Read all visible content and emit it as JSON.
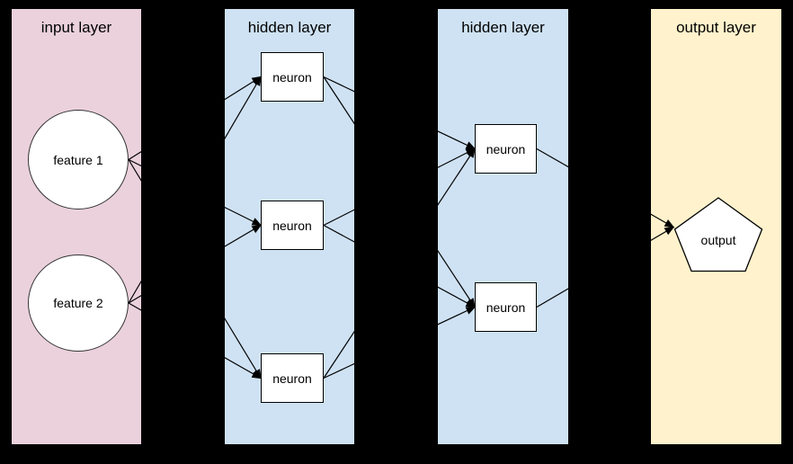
{
  "diagram": {
    "background": "#000000",
    "shape_fill": "#ffffff",
    "line_color": "#000000",
    "text_color": "#000000"
  },
  "layers": [
    {
      "id": "input",
      "title": "input layer",
      "color": "#EAD1DC"
    },
    {
      "id": "hidden1",
      "title": "hidden layer",
      "color": "#CFE2F3"
    },
    {
      "id": "hidden2",
      "title": "hidden layer",
      "color": "#CFE2F3"
    },
    {
      "id": "output",
      "title": "output layer",
      "color": "#FFF2CC"
    }
  ],
  "nodes": [
    {
      "id": "feature1",
      "label": "feature 1",
      "shape": "circle",
      "layer": "input"
    },
    {
      "id": "feature2",
      "label": "feature 2",
      "shape": "circle",
      "layer": "input"
    },
    {
      "id": "h1n1",
      "label": "neuron",
      "shape": "rect",
      "layer": "hidden1"
    },
    {
      "id": "h1n2",
      "label": "neuron",
      "shape": "rect",
      "layer": "hidden1"
    },
    {
      "id": "h1n3",
      "label": "neuron",
      "shape": "rect",
      "layer": "hidden1"
    },
    {
      "id": "h2n1",
      "label": "neuron",
      "shape": "rect",
      "layer": "hidden2"
    },
    {
      "id": "h2n2",
      "label": "neuron",
      "shape": "rect",
      "layer": "hidden2"
    },
    {
      "id": "output",
      "label": "output",
      "shape": "pentagon",
      "layer": "output"
    }
  ],
  "edges": [
    {
      "from": "feature1",
      "to": "h1n1"
    },
    {
      "from": "feature1",
      "to": "h1n2"
    },
    {
      "from": "feature1",
      "to": "h1n3"
    },
    {
      "from": "feature2",
      "to": "h1n1"
    },
    {
      "from": "feature2",
      "to": "h1n2"
    },
    {
      "from": "feature2",
      "to": "h1n3"
    },
    {
      "from": "h1n1",
      "to": "h2n1"
    },
    {
      "from": "h1n1",
      "to": "h2n2"
    },
    {
      "from": "h1n2",
      "to": "h2n1"
    },
    {
      "from": "h1n2",
      "to": "h2n2"
    },
    {
      "from": "h1n3",
      "to": "h2n1"
    },
    {
      "from": "h1n3",
      "to": "h2n2"
    },
    {
      "from": "h2n1",
      "to": "output"
    },
    {
      "from": "h2n2",
      "to": "output"
    }
  ]
}
